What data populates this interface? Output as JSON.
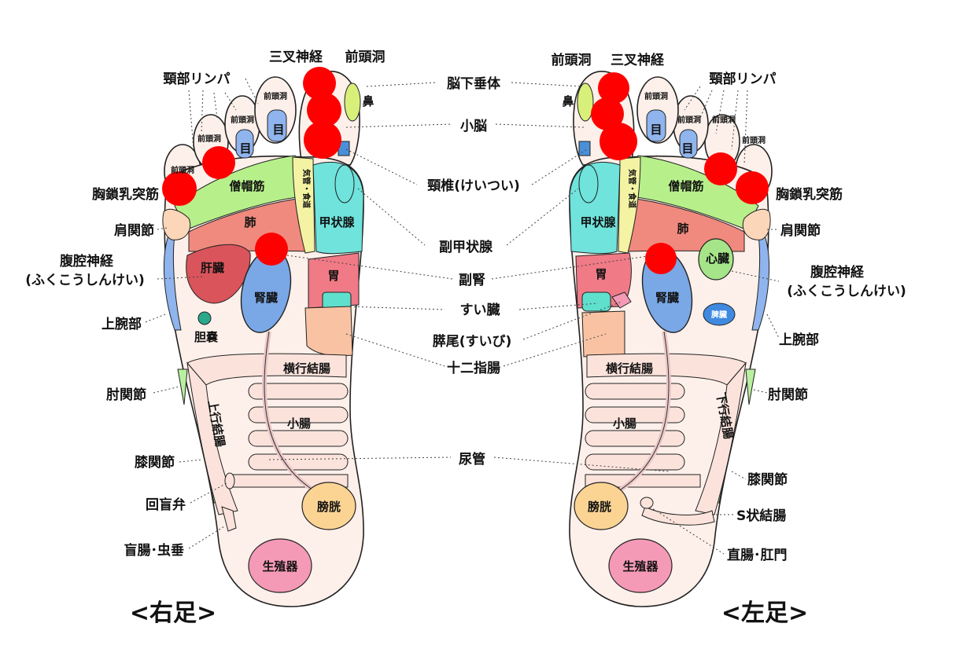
{
  "titles": {
    "right_foot": "<右足>",
    "left_foot": "<左足>"
  },
  "center_labels": {
    "pituitary": "脳下垂体",
    "cerebellum": "小脳",
    "cervical": "頸椎(けいつい)",
    "parathyroid": "副甲状腺",
    "adrenal": "副腎",
    "pancreas": "すい臓",
    "pancreas_tail": "膵尾(すいび)",
    "duodenum": "十二指腸",
    "ureter": "尿管"
  },
  "right_labels": {
    "trigeminal": "三叉神経",
    "frontal_sinus": "前頭洞",
    "neck_lymph": "頸部リンパ",
    "sternocleidomastoid": "胸鎖乳突筋",
    "shoulder_joint": "肩関節",
    "celiac_nerve_1": "腹腔神経",
    "celiac_nerve_2": "(ふくこうしんけい)",
    "upper_arm": "上腕部",
    "elbow": "肘関節",
    "knee": "膝関節",
    "ileocecal_valve": "回盲弁",
    "cecum_appendix": "盲腸･虫垂"
  },
  "left_labels": {
    "frontal_sinus": "前頭洞",
    "trigeminal": "三叉神経",
    "neck_lymph": "頸部リンパ",
    "sternocleidomastoid": "胸鎖乳突筋",
    "shoulder_joint": "肩関節",
    "celiac_nerve_1": "腹腔神経",
    "celiac_nerve_2": "(ふくこうしんけい)",
    "upper_arm": "上腕部",
    "elbow": "肘関節",
    "knee": "膝関節",
    "sigmoid": "S状結腸",
    "rectum_anus": "直腸･肛門"
  },
  "organs": {
    "sinus_small": "前頭洞",
    "nose": "鼻",
    "eye": "目",
    "trapezius": "僧帽筋",
    "esophagus": "気管・食道",
    "thyroid": "甲状腺",
    "lung": "肺",
    "liver": "肝臓",
    "kidney": "腎臓",
    "stomach": "胃",
    "gallbladder": "胆嚢",
    "heart": "心臓",
    "spleen": "脾臓",
    "transverse_colon": "横行結腸",
    "small_intestine": "小腸",
    "ascending_colon": "上行結腸",
    "descending_colon": "下行結腸",
    "bladder": "膀胱",
    "genitals": "生殖器"
  },
  "colors": {
    "skin": "#fdf0ea",
    "outline": "#222222",
    "marker": "#ff0000",
    "lung": "#f08a7e",
    "liver": "#d9545b",
    "kidney": "#7aa7e6",
    "thyroid": "#6fe3dc",
    "trapezius": "#b7f08a",
    "esophagus": "#f3f3a3",
    "stomach": "#f07a86",
    "duodenum": "#f9c3a3",
    "bladder": "#fbd494",
    "genitals": "#f49ab7",
    "heart": "#a6e48a",
    "spleen": "#3f8ae0",
    "side_blue": "#8fb4ee",
    "side_green": "#b9f0a0",
    "gallbladder": "#2aa88a",
    "pancreas": "#5fe0cd"
  },
  "markers_count_note": ""
}
